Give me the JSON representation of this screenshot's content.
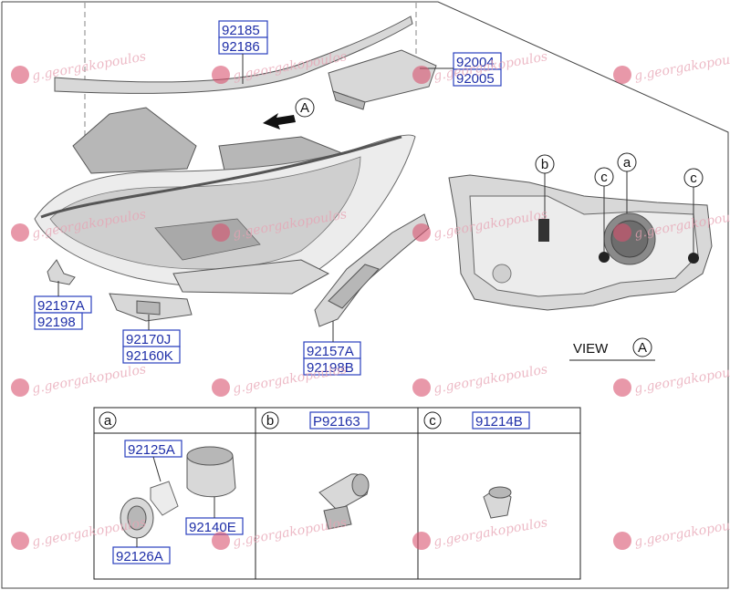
{
  "part_labels": {
    "p92185": "92185",
    "p92186": "92186",
    "p92004": "92004",
    "p92005": "92005",
    "p92197A": "92197A",
    "p92198": "92198",
    "p92170J": "92170J",
    "p92160K": "92160K",
    "p92157A": "92157A",
    "p92198B": "92198B",
    "p92125A": "92125A",
    "p92126A": "92126A",
    "p92140E": "92140E",
    "pP92163": "P92163",
    "p91214B": "91214B"
  },
  "callouts": {
    "view_arrow_letter": "A",
    "view_label": "VIEW",
    "view_letter": "A",
    "b": "b",
    "a": "a",
    "c1": "c",
    "c2": "c"
  },
  "table": {
    "col_a": "a",
    "col_b": "b",
    "col_c": "c"
  },
  "watermark": {
    "text": "g.georgakopoulos"
  },
  "colors": {
    "label_text": "#1f2fa8",
    "watermark": "#e7a3b3",
    "lines": "#333333"
  }
}
